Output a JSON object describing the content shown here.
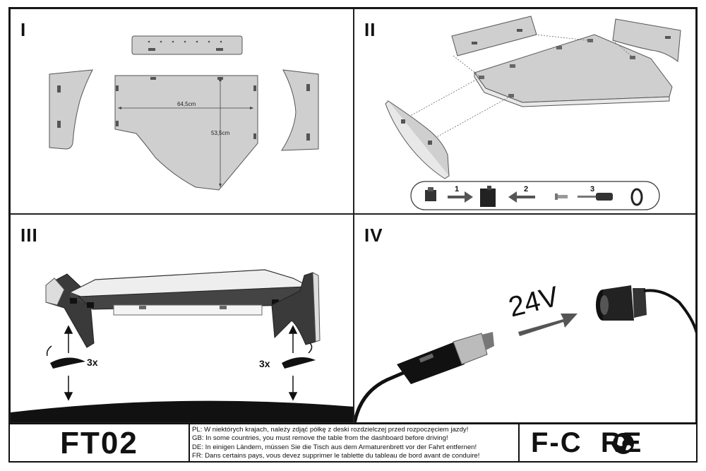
{
  "panels": {
    "p1": {
      "numeral": "I",
      "width_label": "64,5cm",
      "depth_label": "53,5cm"
    },
    "p2": {
      "numeral": "II",
      "steps": [
        "1",
        "2",
        "3"
      ]
    },
    "p3": {
      "numeral": "III",
      "turns_left": "3x",
      "turns_right": "3x"
    },
    "p4": {
      "numeral": "IV",
      "voltage": "24V"
    }
  },
  "footer": {
    "model": "FT02",
    "warnings": [
      "PL: W niektórych krajach, należy zdjąć półkę z deski rozdzielczej przed rozpoczęciem jazdy!",
      "GB: In some countries, you must remove the table from the dashboard before driving!",
      "DE: In einigen Ländern, müssen Sie die Tisch aus dem Armaturenbrett vor der Fahrt entfernen!",
      "FR: Dans certains pays, vous devez supprimer le tablette du tableau de bord avant de conduire!"
    ],
    "brand": "F-CORE"
  },
  "icons": [
    "globe-icon",
    "screwdriver-icon",
    "cigarette-plug-icon",
    "socket-icon",
    "arrow-icon",
    "rotate-icon"
  ]
}
